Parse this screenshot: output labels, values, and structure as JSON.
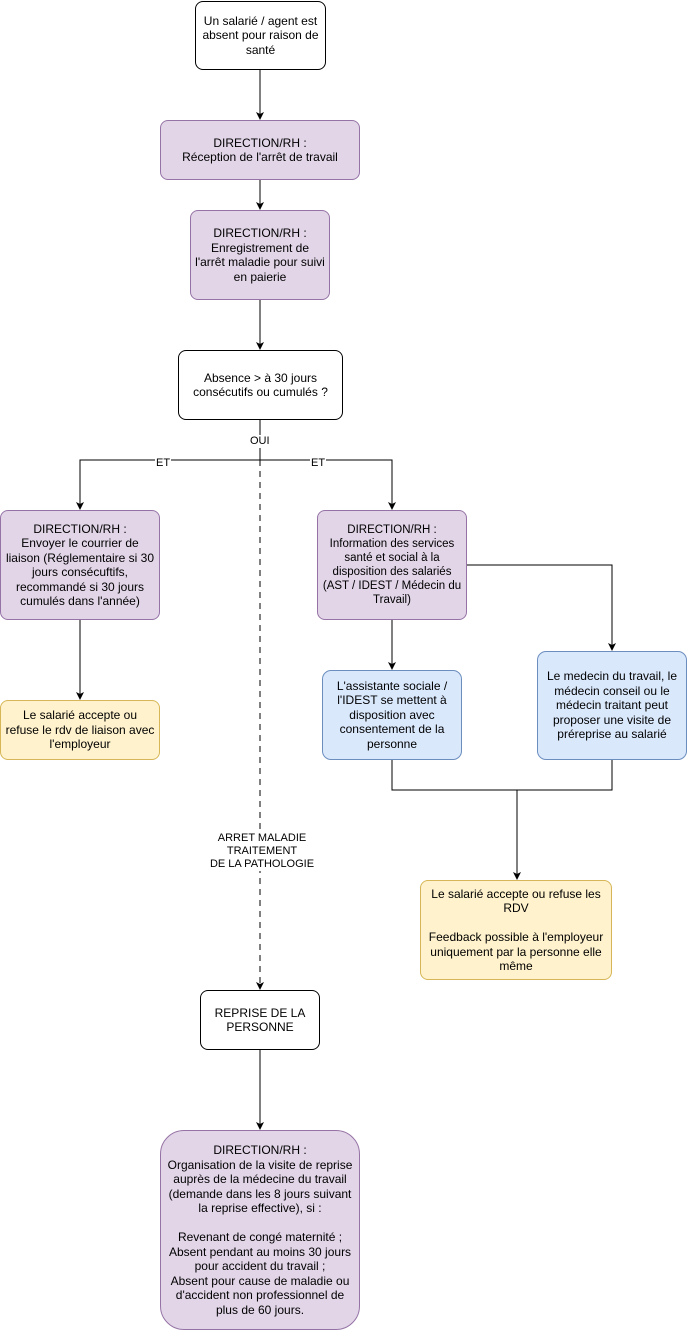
{
  "nodes": {
    "start": "Un salarié / agent est absent pour raison de santé",
    "reception": "DIRECTION/RH :\nRéception de l'arrêt de travail",
    "enregistrement": "DIRECTION/RH :\nEnregistrement de l'arrêt maladie pour suivi en paierie",
    "decision": "Absence > à 30 jours consécutifs ou cumulés ?",
    "courrier": "DIRECTION/RH :\nEnvoyer le courrier de liaison (Réglementaire si 30 jours consécuftifs, recommandé si 30 jours cumulés dans l'année)",
    "information": "DIRECTION/RH :\nInformation des services santé et social à la disposition des salariés (AST / IDEST / Médecin du Travail)",
    "accepte_rdv_liaison": "Le salarié accepte ou refuse le rdv de liaison avec l'employeur",
    "assistante": "L'assistante sociale / l'IDEST se mettent à disposition avec consentement de la personne",
    "medecin": "Le medecin du travail, le médecin conseil ou le médecin traitant peut proposer une visite de préreprise au salarié",
    "accepte_rdv": "Le salarié accepte ou refuse les RDV\n\nFeedback possible à l'employeur uniquement par la personne elle même",
    "reprise": "REPRISE DE LA PERSONNE",
    "organisation": "DIRECTION/RH :\nOrganisation de la visite de reprise auprès de la médecine du travail (demande dans les 8 jours suivant la reprise effective), si :\n\nRevenant de congé maternité ;\nAbsent pendant au moins 30 jours pour accident du travail ;\nAbsent pour cause de maladie ou d'accident non professionnel de plus de 60 jours."
  },
  "edge_labels": {
    "oui": "OUI",
    "et_left": "ET",
    "et_right": "ET",
    "arret": "ARRET MALADIE\nTRAITEMENT\nDE LA PATHOLOGIE"
  },
  "colors": {
    "purple_fill": "#e1d5e7",
    "purple_stroke": "#9673a6",
    "blue_fill": "#dae8fc",
    "blue_stroke": "#6c8ebf",
    "yellow_fill": "#fff2cc",
    "yellow_stroke": "#d6b656"
  }
}
